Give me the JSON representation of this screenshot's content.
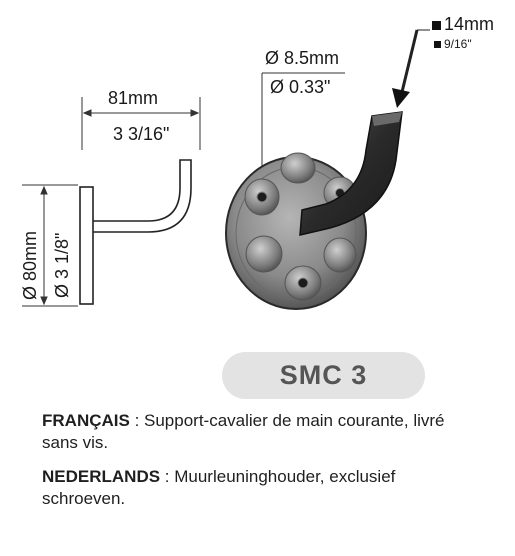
{
  "dimensions": {
    "width_mm": "81mm",
    "width_in": "3 3/16\"",
    "height_mm": "Ø 80mm",
    "height_in": "Ø 3 1/8\"",
    "hole_mm": "Ø 8.5mm",
    "hole_in": "Ø 0.33\"",
    "bar_mm": "14mm",
    "bar_in": "9/16\""
  },
  "product": {
    "code": "SMC 3"
  },
  "descriptions": [
    {
      "language": "FRANÇAIS",
      "separator": " : ",
      "text": "Support-cavalier de main courante, livré sans vis."
    },
    {
      "language": "NEDERLANDS",
      "separator": " : ",
      "text": "Muurleuninghouder, exclusief schroeven."
    }
  ],
  "colors": {
    "badge_bg": "#e3e3e3",
    "badge_text": "#555555",
    "metal_dark": "#3a3a3a",
    "metal_light": "#9a9a9a"
  }
}
